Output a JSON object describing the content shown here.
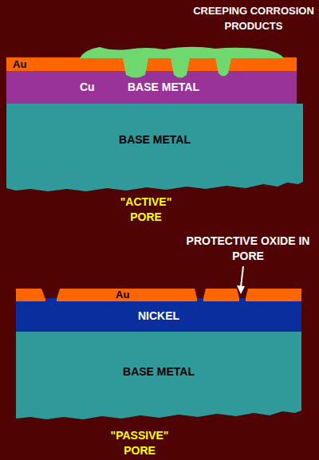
{
  "diagram": {
    "nodes": [
      {
        "text": [
          "Au"
        ]
      },
      {
        "text": [
          "Cu",
          "BASE METAL"
        ]
      },
      {
        "text": [
          "BASE METAL"
        ]
      },
      {
        "text": [
          "Au"
        ]
      },
      {
        "text": [
          "NICKEL"
        ]
      },
      {
        "text": [
          "BASE METAL"
        ]
      }
    ],
    "labels": [
      "CREEPING CORROSION PRODUCTS",
      "\"ACTIVE\" PORE",
      "PROTECTIVE OXIDE IN PORE",
      "\"PASSIVE\" PORE"
    ]
  }
}
